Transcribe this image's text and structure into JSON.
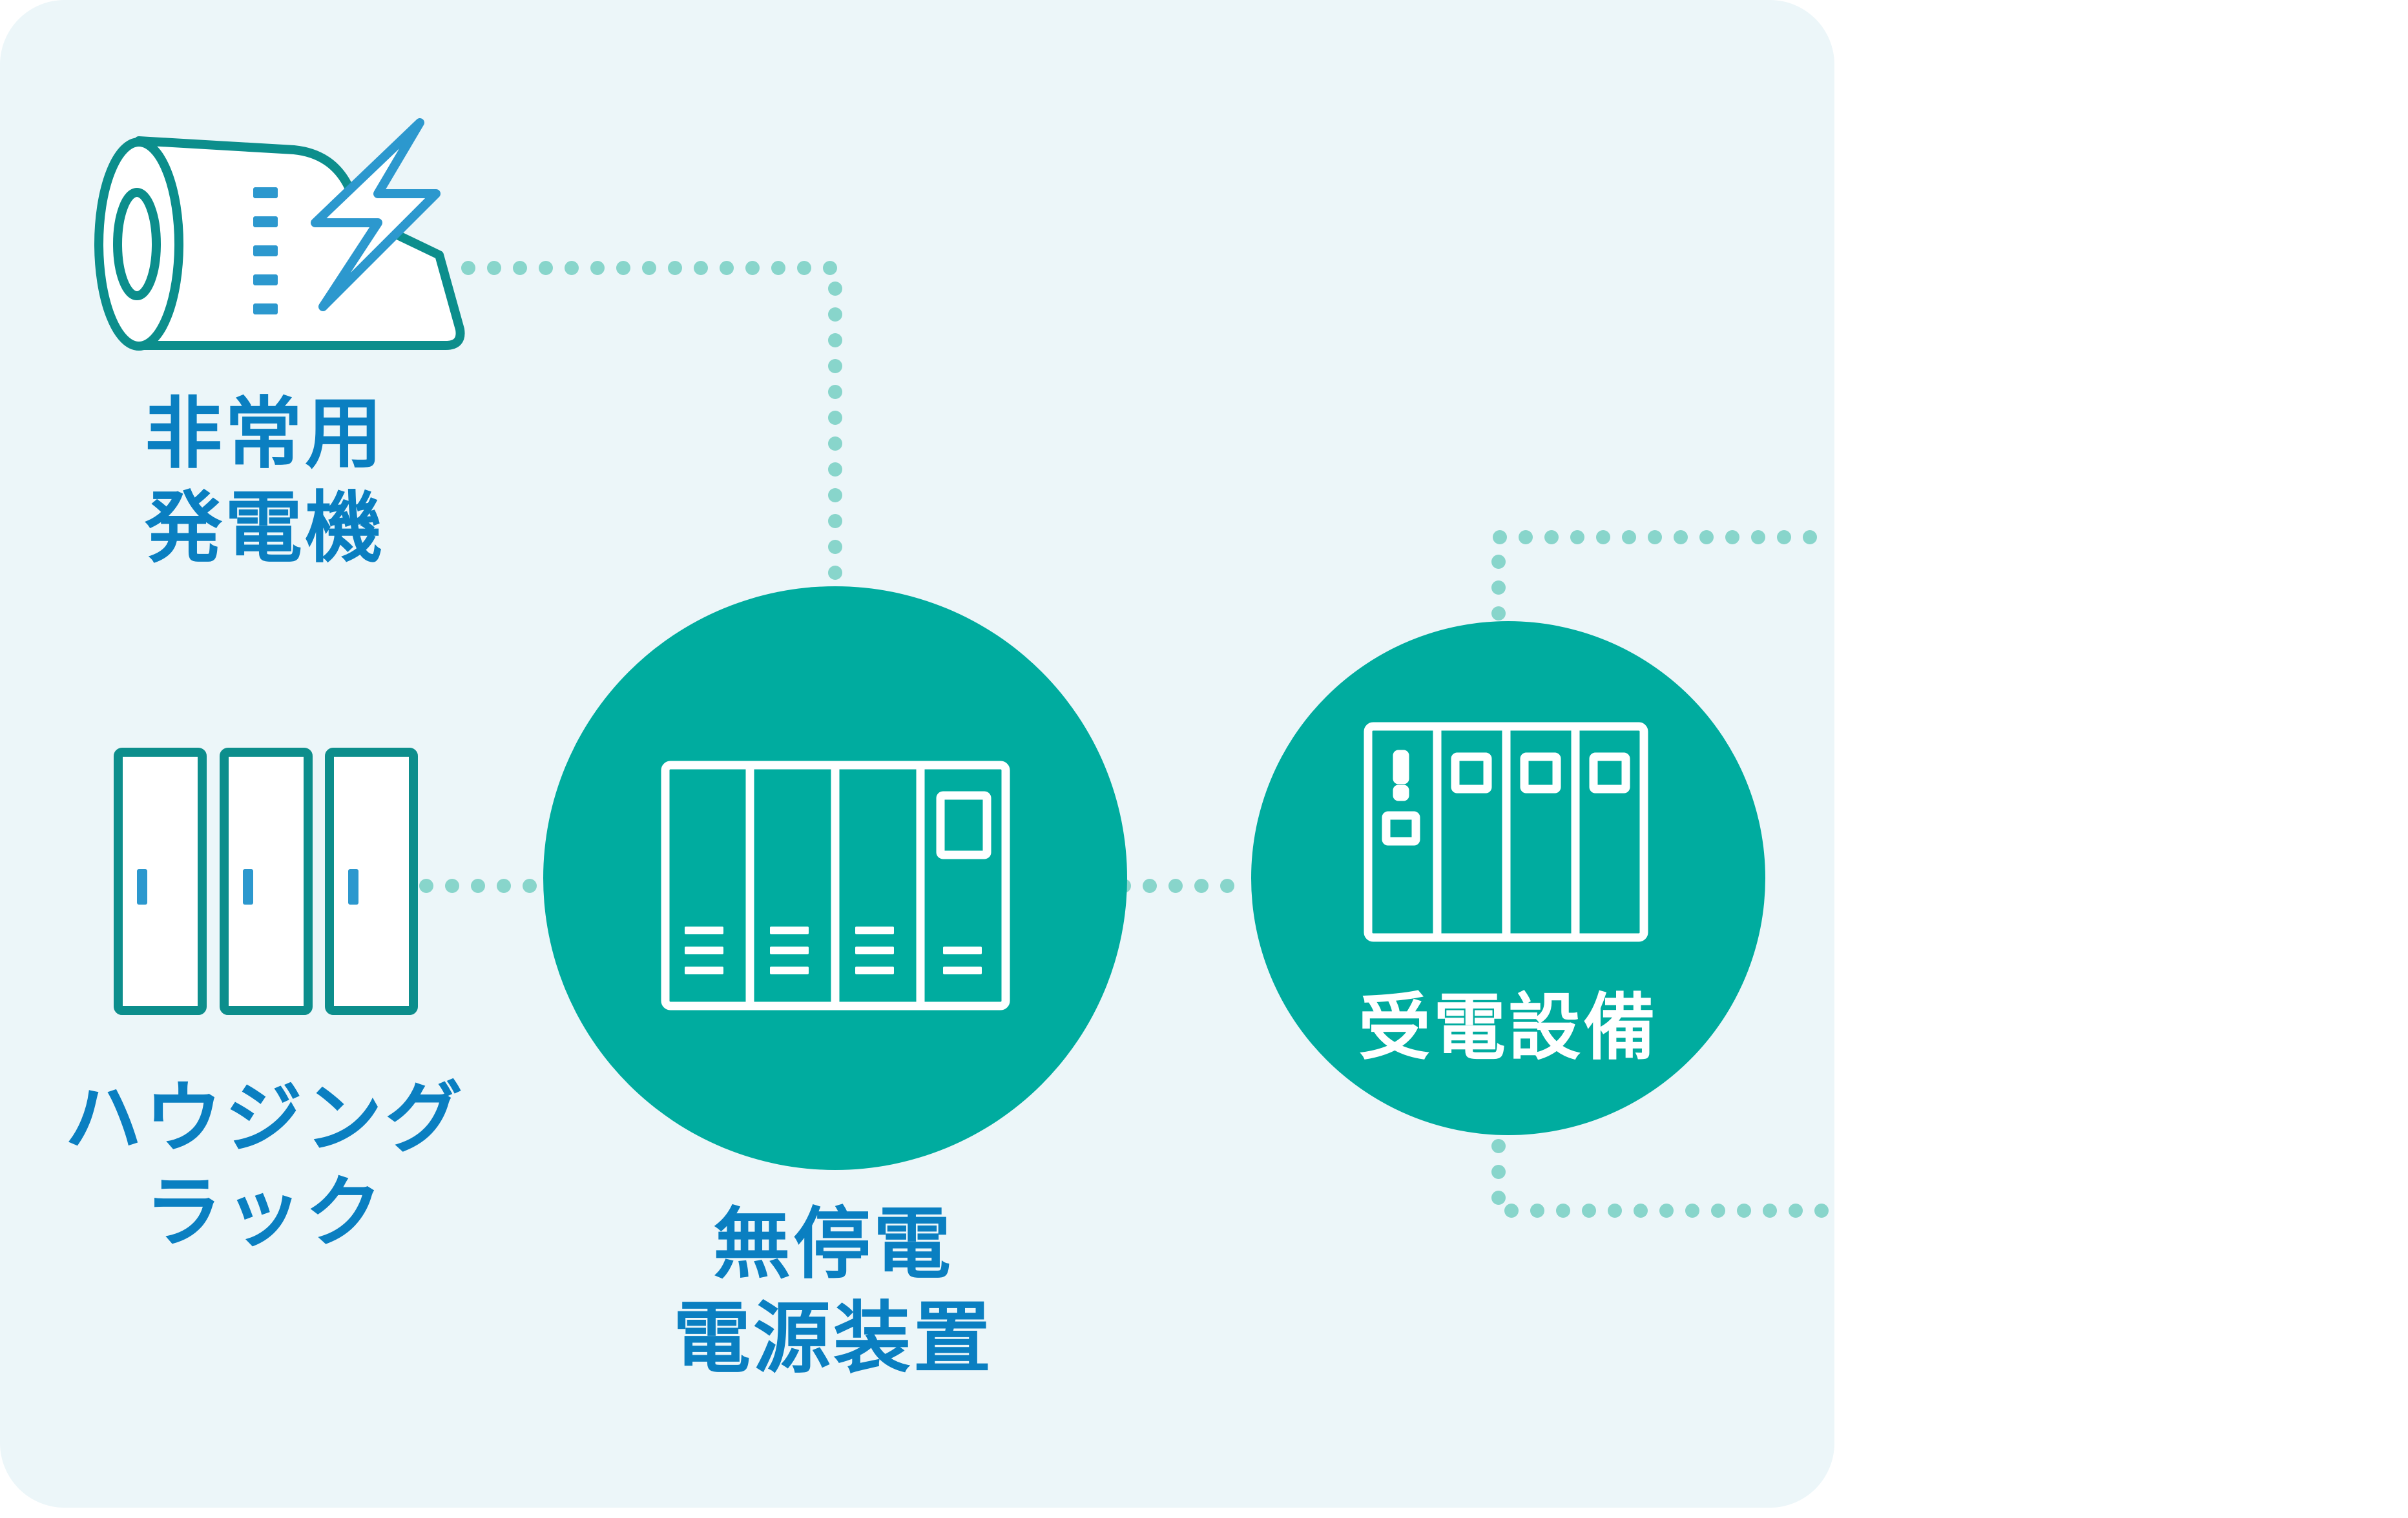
{
  "colors": {
    "panel_background": "#ecf6f9",
    "accent_teal": "#00ac9f",
    "icon_outline": "#0c8e8c",
    "dotted_line": "#88d5cb",
    "label_blue": "#0a7fc1",
    "icon_detail_blue": "#2c98ce"
  },
  "nodes": {
    "generator": {
      "label": "非常用\n発電機",
      "icon": "generator-icon"
    },
    "rack": {
      "label": "ハウジング\nラック",
      "icon": "server-rack-icon"
    },
    "ups": {
      "label": "無停電\n電源装置",
      "icon": "ups-cabinet-icon"
    },
    "substation": {
      "label": "受電設備",
      "icon": "switchgear-icon"
    }
  }
}
